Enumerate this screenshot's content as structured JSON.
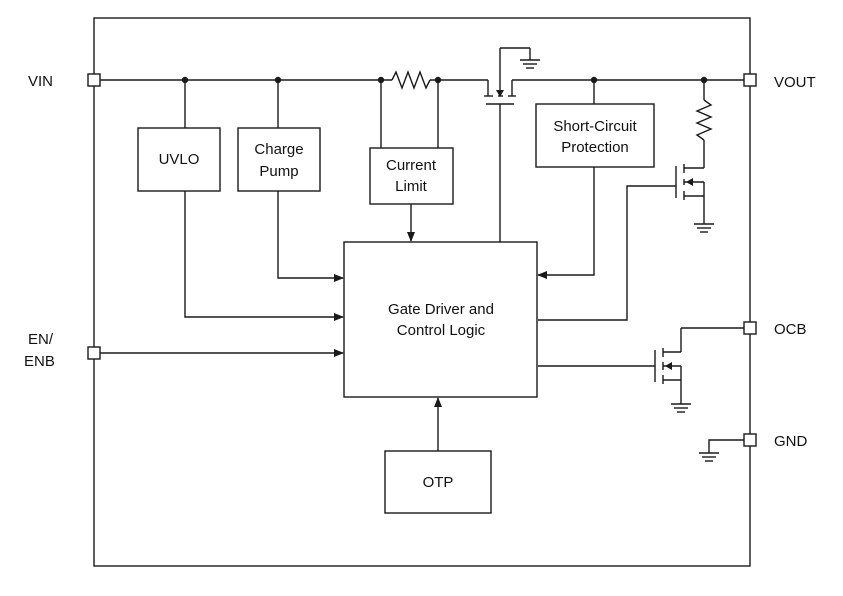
{
  "pins": {
    "vin": "VIN",
    "vout": "VOUT",
    "en_line1": "EN/",
    "en_line2": "ENB",
    "ocb": "OCB",
    "gnd": "GND"
  },
  "blocks": {
    "uvlo": [
      "UVLO"
    ],
    "charge_pump": [
      "Charge",
      "Pump"
    ],
    "current_limit": [
      "Current",
      "Limit"
    ],
    "short_circuit": [
      "Short-Circuit",
      "Protection"
    ],
    "gate_driver": [
      "Gate Driver and",
      "Control Logic"
    ],
    "otp": [
      "OTP"
    ]
  }
}
